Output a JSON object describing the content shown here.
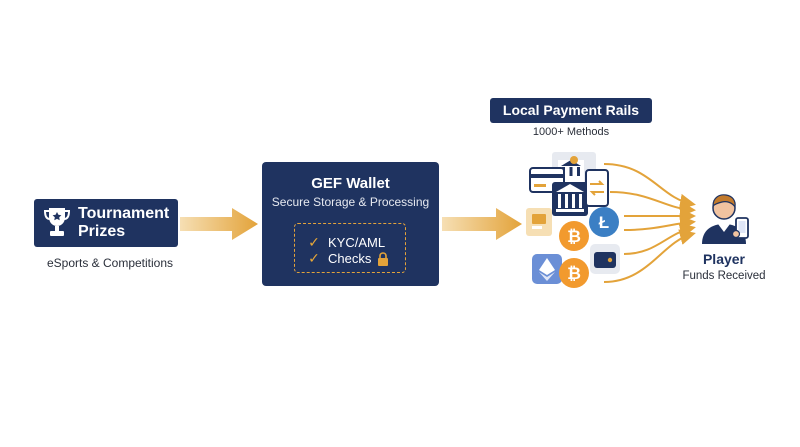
{
  "colors": {
    "navy": "#1f3360",
    "gold": "#e3a33a",
    "light_gold": "#f6dfb4",
    "bitcoin": "#f29a2e",
    "litecoin": "#3b7fc4",
    "ethereum": "#6b8fd6"
  },
  "tournament": {
    "title_line1": "Tournament",
    "title_line2": "Prizes",
    "subtitle": "eSports & Competitions",
    "icon": "trophy-icon"
  },
  "wallet": {
    "title": "GEF Wallet",
    "subtitle": "Secure Storage & Processing",
    "checks_line1": "KYC/AML",
    "checks_line2": "Checks",
    "check_mark": "✓",
    "lock_icon": "lock-icon"
  },
  "rails": {
    "title": "Local Payment Rails",
    "subtitle": "1000+ Methods",
    "icons": [
      "bank-icon",
      "card-icon",
      "phone-transfer-icon",
      "litecoin-icon",
      "bitcoin-icon",
      "wallet-icon",
      "ethereum-icon",
      "bitcoin-icon",
      "card-stack-icon"
    ]
  },
  "player": {
    "name": "Player",
    "subtitle": "Funds Received",
    "icon": "player-avatar-icon"
  }
}
